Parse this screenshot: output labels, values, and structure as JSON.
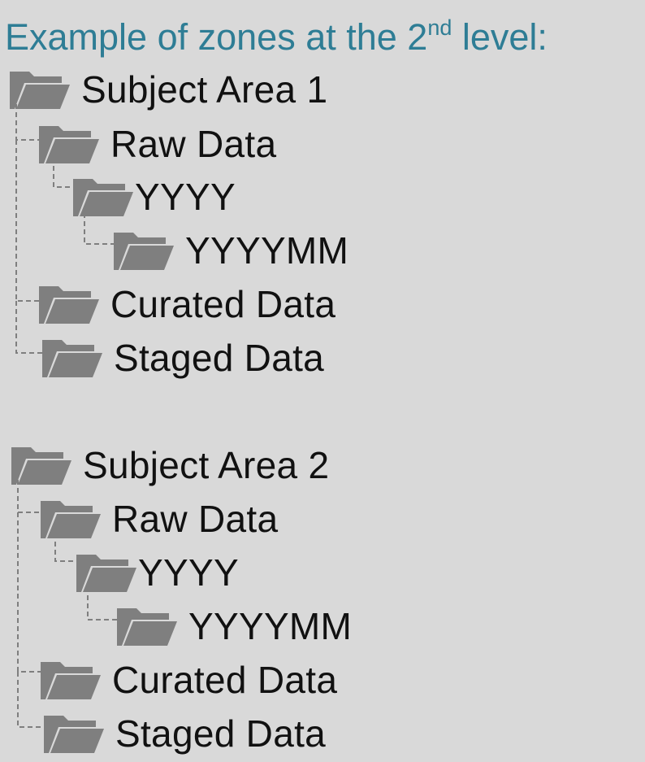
{
  "title": {
    "prefix": "Example of zones at the 2",
    "superscript": "nd",
    "suffix": " level:"
  },
  "colors": {
    "background": "#d9d9d9",
    "title": "#2e7d95",
    "folder": "#7f7f7f",
    "label": "#111111",
    "connector": "#7f7f7f"
  },
  "icon": "folder-icon",
  "trees": [
    {
      "root": "Subject Area 1",
      "raw": "Raw Data",
      "year": "YYYY",
      "month": "YYYYMM",
      "curated": "Curated Data",
      "staged": "Staged Data"
    },
    {
      "root": "Subject Area 2",
      "raw": "Raw Data",
      "year": "YYYY",
      "month": "YYYYMM",
      "curated": "Curated Data",
      "staged": "Staged Data"
    }
  ]
}
